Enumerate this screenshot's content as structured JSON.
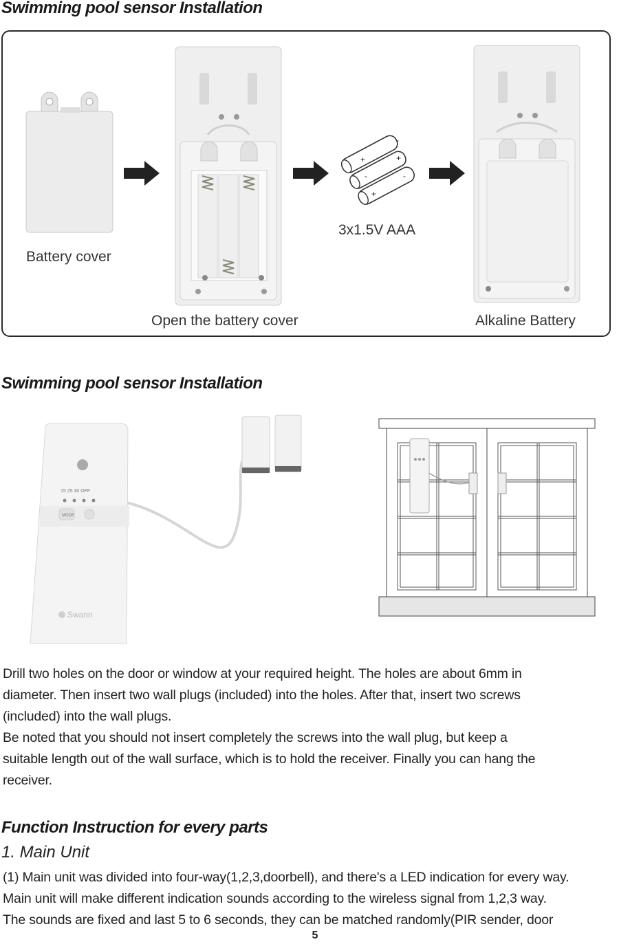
{
  "section1": {
    "title": "Swimming pool sensor Installation",
    "captions": {
      "battery_cover": "Battery cover",
      "open_cover": "Open the battery cover",
      "batteries": "3x1.5V AAA",
      "alkaline": "Alkaline Battery"
    },
    "battery_marks": {
      "plus": "+",
      "minus": "-"
    }
  },
  "section2": {
    "title": "Swimming pool sensor Installation",
    "device": {
      "led_labels": "15  25  30 OFF",
      "button_label": "MODE",
      "brand": "Swann"
    }
  },
  "instructions": {
    "lines": [
      "Drill two holes on the door or window at your required height. The holes are about 6mm in",
      "diameter.  Then insert two wall plugs (included) into the holes. After that, insert two screws",
      "(included) into the wall plugs.",
      "Be noted that you should not insert completely the screws into the wall plug, but keep a",
      "suitable length out of the wall surface, which is to hold the receiver. Finally you can hang the",
      "receiver."
    ]
  },
  "function": {
    "title": "Function Instruction for every parts",
    "subtitle": "1. Main Unit",
    "lines": [
      "(1) Main unit was divided into four-way(1,2,3,doorbell), and there's a LED indication for every way.",
      "Main unit will make different indication sounds according to the wireless signal from 1,2,3 way.",
      "The sounds are fixed and last 5 to 6 seconds, they can be matched randomly(PIR sender, door"
    ]
  },
  "page_number": "5"
}
